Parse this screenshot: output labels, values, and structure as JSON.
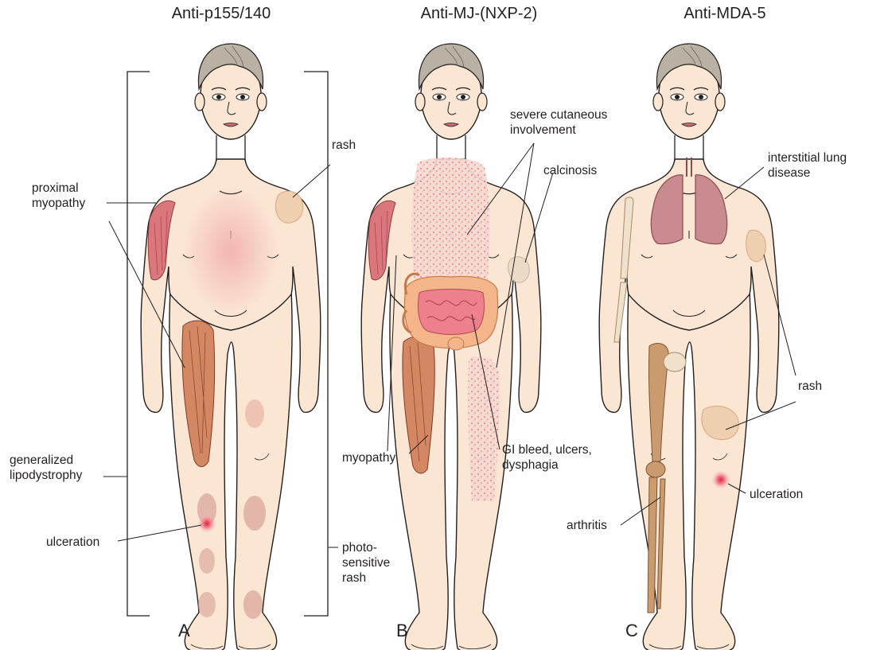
{
  "panels": [
    {
      "title": "Anti-p155/140",
      "letter": "A",
      "labels": {
        "rash": "rash",
        "proximal_myopathy": "proximal\nmyopathy",
        "generalized_lipodystrophy": "generalized\nlipodystrophy",
        "ulceration": "ulceration",
        "photosensitive_rash": "photo-\nsensitive\nrash"
      }
    },
    {
      "title": "Anti-MJ-(NXP-2)",
      "letter": "B",
      "labels": {
        "severe_cutaneous": "severe cutaneous\ninvolvement",
        "calcinosis": "calcinosis",
        "myopathy": "myopathy",
        "gi": "GI bleed, ulcers,\ndysphagia"
      }
    },
    {
      "title": "Anti-MDA-5",
      "letter": "C",
      "labels": {
        "ild": "interstitial lung\ndisease",
        "rash": "rash",
        "ulceration": "ulceration",
        "arthritis": "arthritis"
      }
    }
  ],
  "colors": {
    "skin": "#fbe6d4",
    "outline": "#231f20",
    "hair": "#b9b2a4",
    "muscle": "#d9777c",
    "bone": "#c99b6e",
    "lung": "#c98a90",
    "rash_patch": "#eecfb0",
    "diffuse_rash": "#f2b8b4"
  }
}
